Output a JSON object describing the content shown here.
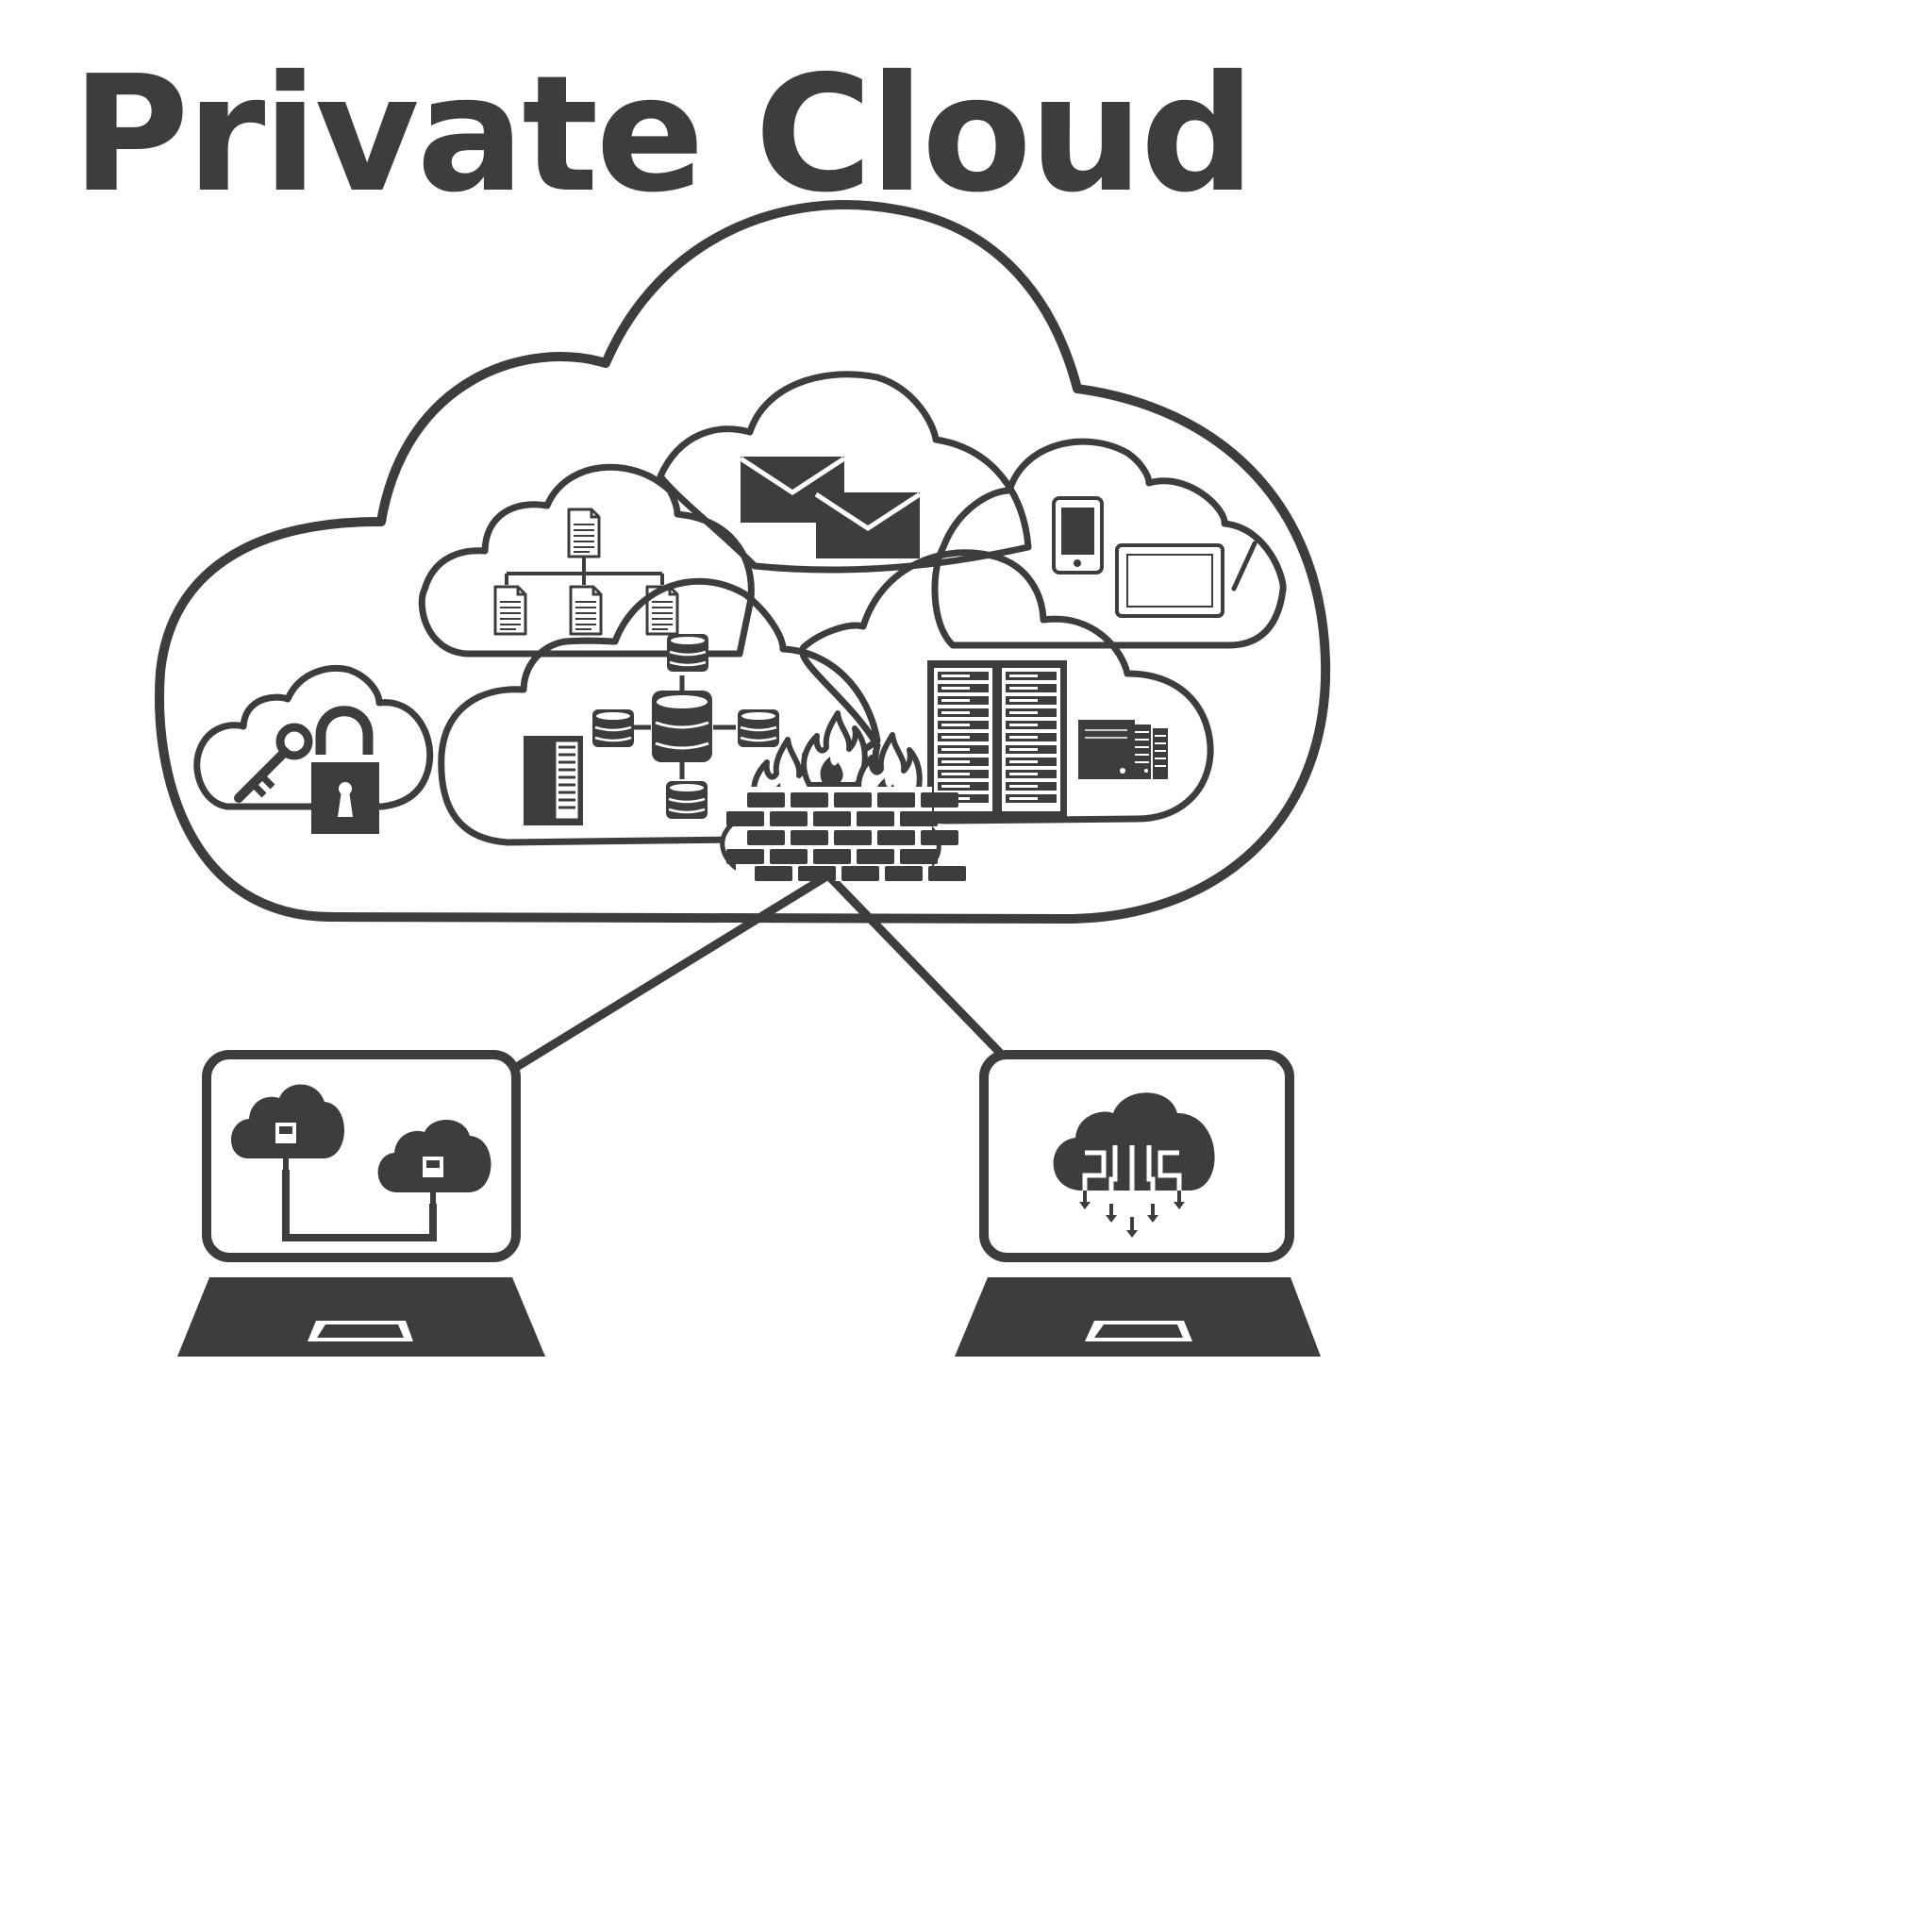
{
  "title": "Private Cloud",
  "colors": {
    "ink": "#3d3d3f",
    "paper": "#ffffff"
  },
  "nodes": [
    {
      "id": "security-cloud",
      "icons": [
        "key-icon",
        "padlock-icon"
      ]
    },
    {
      "id": "documents-cloud",
      "icons": [
        "document-hierarchy-icon"
      ]
    },
    {
      "id": "email-cloud",
      "icons": [
        "envelope-icon",
        "envelope-icon"
      ]
    },
    {
      "id": "devices-cloud",
      "icons": [
        "smartphone-icon",
        "tablet-icon",
        "stylus-icon"
      ]
    },
    {
      "id": "database-cloud",
      "icons": [
        "server-tower-icon",
        "database-network-icon"
      ]
    },
    {
      "id": "datacenter-cloud",
      "icons": [
        "server-rack-icon",
        "server-rack-icon",
        "server-cluster-icon"
      ]
    },
    {
      "id": "firewall",
      "icons": [
        "firewall-icon"
      ]
    },
    {
      "id": "laptop-left",
      "icons": [
        "cloud-network-link-icon"
      ]
    },
    {
      "id": "laptop-right",
      "icons": [
        "cloud-download-icon"
      ]
    }
  ],
  "edges": [
    {
      "from": "firewall",
      "to": "laptop-left"
    },
    {
      "from": "firewall",
      "to": "laptop-right"
    }
  ]
}
